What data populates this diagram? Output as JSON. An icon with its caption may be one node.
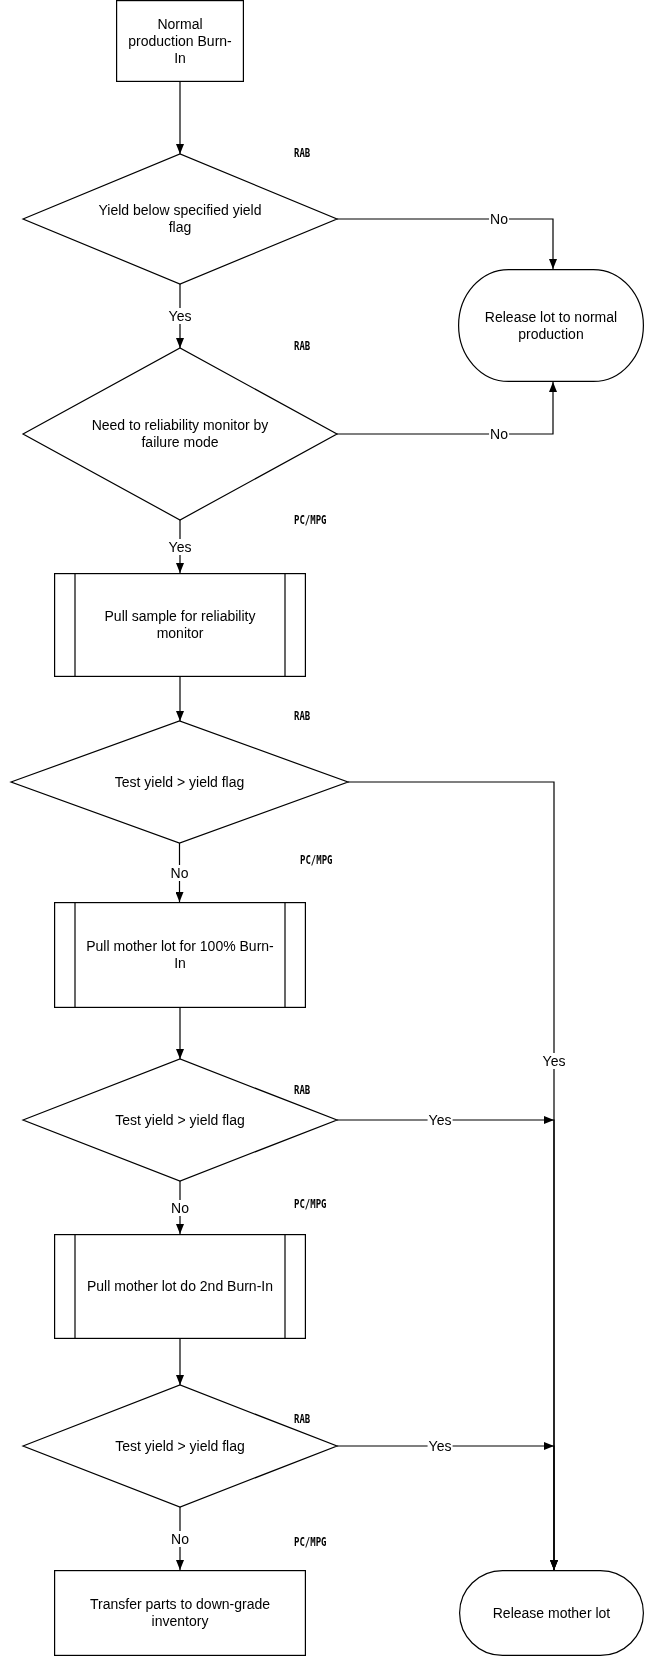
{
  "diagram": {
    "nodes": [
      {
        "text": [
          "Normal production Burn-In"
        ]
      },
      {
        "text": [
          "Yield below specified yield flag"
        ]
      },
      {
        "text": [
          "Release lot to normal production"
        ]
      },
      {
        "text": [
          "Need to reliability monitor by failure mode"
        ]
      },
      {
        "text": [
          "Pull sample for reliability monitor"
        ]
      },
      {
        "text": [
          "Test yield > yield flag"
        ]
      },
      {
        "text": [
          "Pull mother lot for 100% Burn-In"
        ]
      },
      {
        "text": [
          "Test yield > yield flag"
        ]
      },
      {
        "text": [
          "Pull mother lot do 2nd Burn-In"
        ]
      },
      {
        "text": [
          "Test yield > yield flag"
        ]
      },
      {
        "text": [
          "Transfer parts to down-grade inventory"
        ]
      },
      {
        "text": [
          "Release mother lot"
        ]
      }
    ],
    "edges": [
      {
        "from": 0,
        "to": 1,
        "arrow": "to"
      },
      {
        "from": 1,
        "to": 2,
        "label": "No",
        "arrow": "to"
      },
      {
        "from": 1,
        "to": 3,
        "label": "Yes",
        "arrow": "to"
      },
      {
        "from": 3,
        "to": 2,
        "label": "No",
        "arrow": "to"
      },
      {
        "from": 3,
        "to": 4,
        "label": "Yes",
        "arrow": "to"
      },
      {
        "from": 4,
        "to": 5,
        "arrow": "to"
      },
      {
        "from": 5,
        "to": 11,
        "label": "Yes",
        "arrow": "to"
      },
      {
        "from": 5,
        "to": 6,
        "label": "No",
        "arrow": "to"
      },
      {
        "from": 6,
        "to": 7,
        "arrow": "to"
      },
      {
        "from": 7,
        "to": 11,
        "label": "Yes",
        "arrow": "to"
      },
      {
        "from": 7,
        "to": 8,
        "label": "No",
        "arrow": "to"
      },
      {
        "from": 8,
        "to": 9,
        "arrow": "to"
      },
      {
        "from": 9,
        "to": 11,
        "label": "Yes",
        "arrow": "to"
      },
      {
        "from": 9,
        "to": 10,
        "label": "No",
        "arrow": "to"
      }
    ],
    "labels": [
      "RAB",
      "RAB",
      "PC/MPG",
      "RAB",
      "PC/MPG",
      "RAB",
      "PC/MPG",
      "RAB",
      "PC/MPG"
    ]
  }
}
